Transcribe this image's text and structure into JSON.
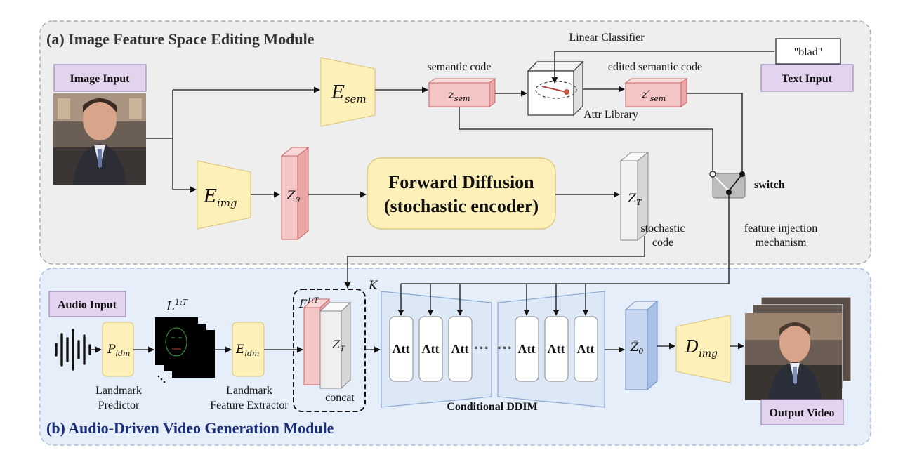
{
  "section_a": {
    "title": "(a) Image Feature Space Editing Module"
  },
  "section_b": {
    "title": "(b) Audio-Driven Video Generation Module"
  },
  "image_input": {
    "label": "Image Input"
  },
  "text_input": {
    "label": "Text Input",
    "value": "\"blad\""
  },
  "audio_input": {
    "label": "Audio Input"
  },
  "output_video": {
    "label": "Output Video"
  },
  "encoders": {
    "e_sem": {
      "base": "E",
      "sub": "sem"
    },
    "e_img": {
      "base": "E",
      "sub": "img"
    },
    "e_ldm": {
      "base": "E",
      "sub": "ldm"
    },
    "p_ldm": {
      "base": "P",
      "sub": "ldm"
    },
    "d_img": {
      "base": "D",
      "sub": "img"
    }
  },
  "codes": {
    "semantic_code_label": "semantic code",
    "z_sem": {
      "base": "z",
      "sub": "sem"
    },
    "edited_label": "edited semantic code",
    "z_sem_edited": {
      "base": "z′",
      "sub": "sem"
    },
    "z0": {
      "base": "Z",
      "sub": "0"
    },
    "zT": {
      "base": "Z",
      "sub": "T"
    },
    "zT_concat": {
      "base": "Z",
      "sub": "T"
    },
    "z0_tilde": {
      "base": "Z̃",
      "sub": "0"
    }
  },
  "linear_classifier": "Linear Classifier",
  "attr_library": "Attr Library",
  "forward_diffusion": {
    "line1": "Forward Diffusion",
    "line2": "(stochastic encoder)"
  },
  "stochastic_code": {
    "line1": "stochastic",
    "line2": "code"
  },
  "switch_label": "switch",
  "feature_injection": {
    "line1": "feature injection",
    "line2": "mechanism"
  },
  "landmarks": {
    "base": "L",
    "sup": "1:T"
  },
  "landmark_predictor": {
    "line1": "Landmark",
    "line2": "Predictor"
  },
  "landmark_extractor": {
    "line1": "Landmark",
    "line2": "Feature Extractor"
  },
  "f_label": {
    "base": "F",
    "sup": "1:T"
  },
  "concat": "concat",
  "k_label": "K",
  "att": "Att",
  "conditional_ddim": "Conditional DDIM",
  "ellipsis": "···",
  "colors": {
    "section_a_bg": "#eeeeee",
    "section_b_bg": "#e6eef9",
    "encoder_fill": "#fdf0b8",
    "code_red": "#f4c6c6",
    "tag_purple": "#e3d3ee",
    "ddim_blue": "#dde8f6",
    "title_blue": "#1a2e7a"
  }
}
